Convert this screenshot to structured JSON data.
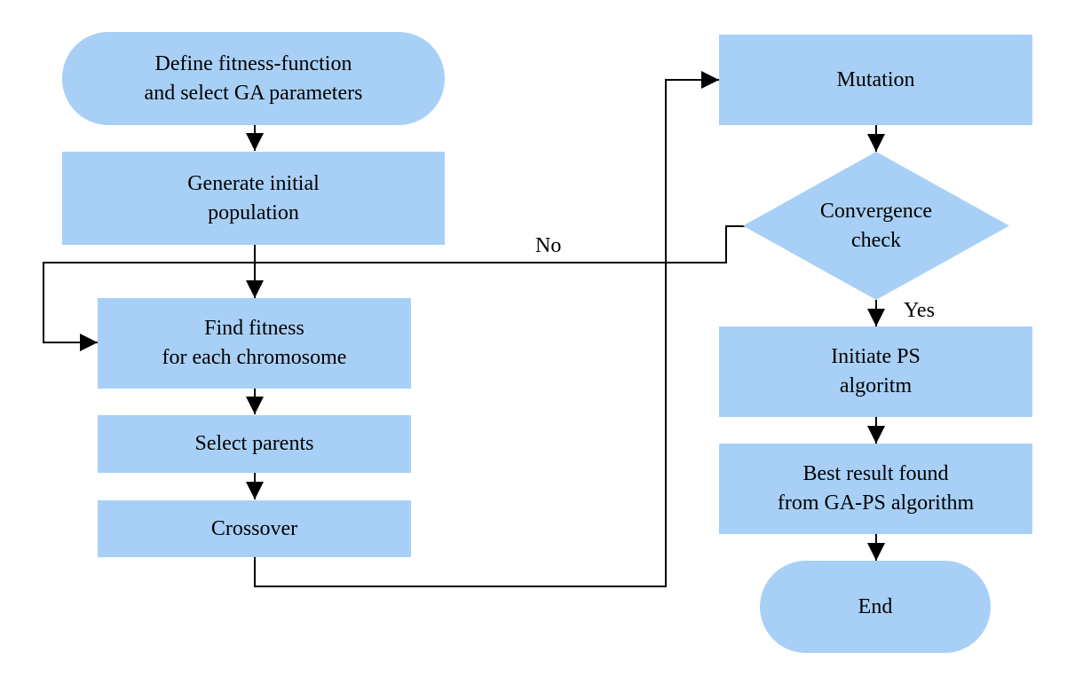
{
  "nodes": {
    "start": "Define fitness-function\nand select GA parameters",
    "generate": "Generate initial\npopulation",
    "fitness": "Find fitness\nfor each chromosome",
    "select": "Select parents",
    "crossover": "Crossover",
    "mutation": "Mutation",
    "convergence": "Convergence\ncheck",
    "ps": "Initiate PS\nalgoritm",
    "best": "Best result found\nfrom GA-PS algorithm",
    "end": "End"
  },
  "labels": {
    "no": "No",
    "yes": "Yes"
  },
  "colors": {
    "node_fill": "#a8d0f6",
    "connector": "#000000"
  }
}
